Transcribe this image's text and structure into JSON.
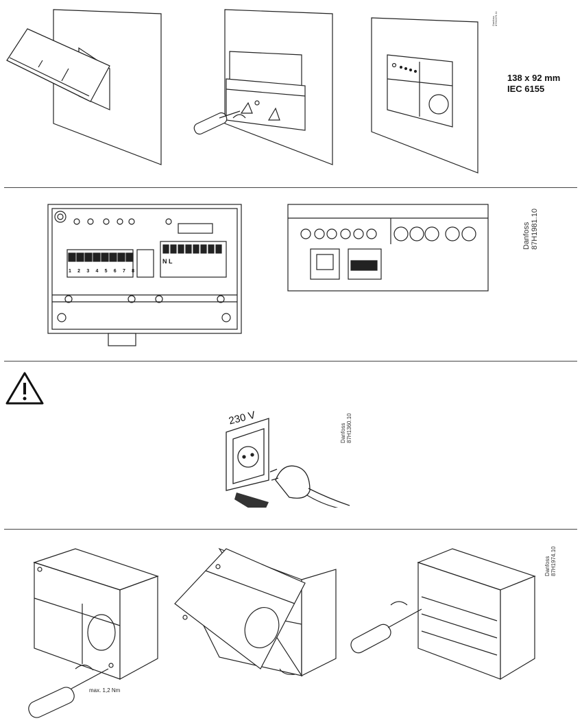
{
  "section1": {
    "dimension_line1": "138 x 92 mm",
    "dimension_line2": "IEC 6155",
    "code_line1": "Danfoss",
    "code_line2": "87H1976.11"
  },
  "section2": {
    "code_line1": "Danfoss",
    "code_line2": "87H1981.10",
    "terminal_numbers": [
      "1",
      "2",
      "3",
      "4",
      "5",
      "6",
      "7",
      "8"
    ],
    "power_terminals": [
      "N",
      "L"
    ]
  },
  "section3": {
    "voltage_label": "230 V",
    "code_line1": "Danfoss",
    "code_line2": "87H1360.10"
  },
  "section4": {
    "torque_label": "max. 1,2 Nm",
    "code_line1": "Danfoss",
    "code_line2": "87H1974.10"
  },
  "icons": {
    "warning": "warning-triangle-icon"
  }
}
